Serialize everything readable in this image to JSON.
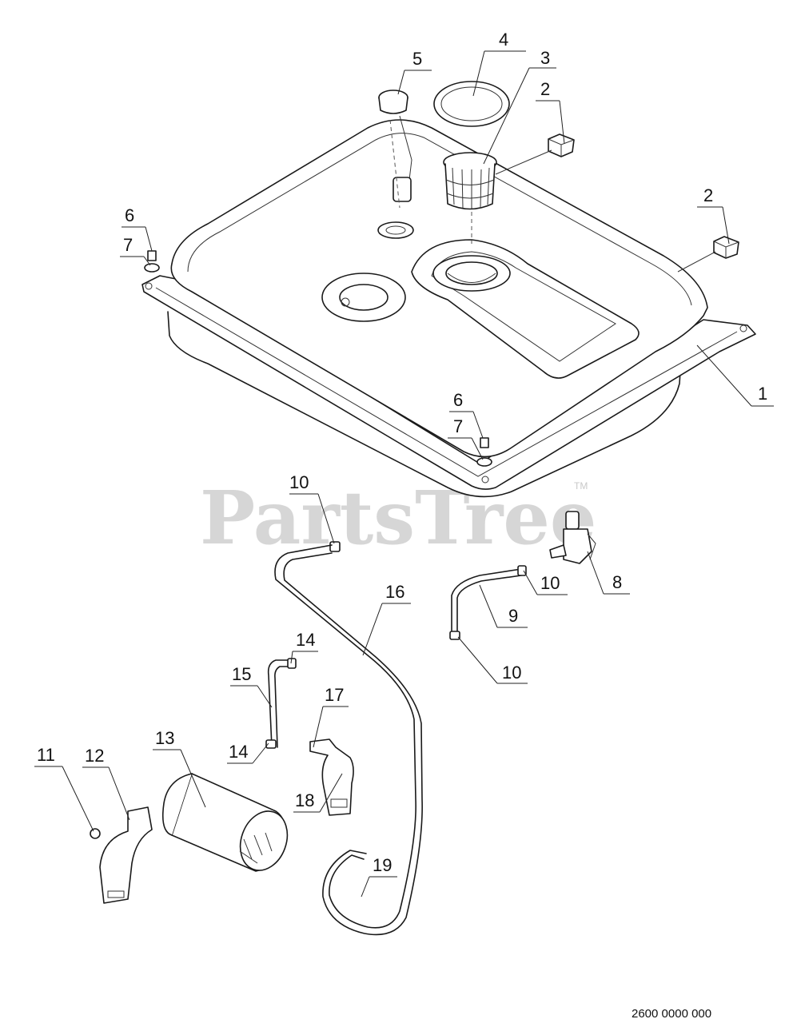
{
  "watermark": {
    "text": "PartsTree",
    "tm": "TM"
  },
  "diagram_code": "2600 0000 000",
  "callouts": [
    {
      "id": "c1",
      "label": "1"
    },
    {
      "id": "c2a",
      "label": "2"
    },
    {
      "id": "c2b",
      "label": "2"
    },
    {
      "id": "c3",
      "label": "3"
    },
    {
      "id": "c4",
      "label": "4"
    },
    {
      "id": "c5",
      "label": "5"
    },
    {
      "id": "c6a",
      "label": "6"
    },
    {
      "id": "c7a",
      "label": "7"
    },
    {
      "id": "c6b",
      "label": "6"
    },
    {
      "id": "c7b",
      "label": "7"
    },
    {
      "id": "c8",
      "label": "8"
    },
    {
      "id": "c9",
      "label": "9"
    },
    {
      "id": "c10a",
      "label": "10"
    },
    {
      "id": "c10b",
      "label": "10"
    },
    {
      "id": "c10c",
      "label": "10"
    },
    {
      "id": "c11",
      "label": "11"
    },
    {
      "id": "c12",
      "label": "12"
    },
    {
      "id": "c13",
      "label": "13"
    },
    {
      "id": "c14a",
      "label": "14"
    },
    {
      "id": "c14b",
      "label": "14"
    },
    {
      "id": "c15",
      "label": "15"
    },
    {
      "id": "c16",
      "label": "16"
    },
    {
      "id": "c17",
      "label": "17"
    },
    {
      "id": "c18",
      "label": "18"
    },
    {
      "id": "c19",
      "label": "19"
    }
  ]
}
